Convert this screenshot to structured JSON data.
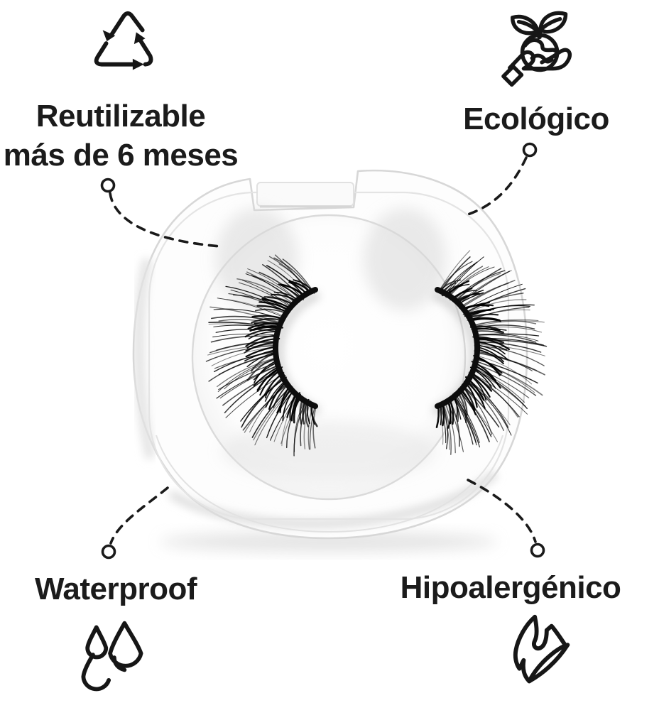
{
  "page": {
    "background_color": "#ffffff",
    "text_color": "#1b1b1b",
    "line_color": "#1a1a1a"
  },
  "figure": {
    "alt": "white magnetic case holding a pair of black false eyelashes"
  },
  "features": [
    {
      "id": "reusable",
      "label": "Reutilizable",
      "sublabel": "más de 6 meses",
      "icon": "recycle-icon",
      "position": "top-left"
    },
    {
      "id": "ecological",
      "label": "Ecológico",
      "sublabel": "",
      "icon": "hand-holding-earth-icon",
      "position": "top-right"
    },
    {
      "id": "waterproof",
      "label": "Waterproof",
      "sublabel": "",
      "icon": "water-drops-icon",
      "position": "bottom-left"
    },
    {
      "id": "hypoallergenic",
      "label": "Hipoalergénico",
      "sublabel": "",
      "icon": "leaf-icon",
      "position": "bottom-right"
    }
  ]
}
